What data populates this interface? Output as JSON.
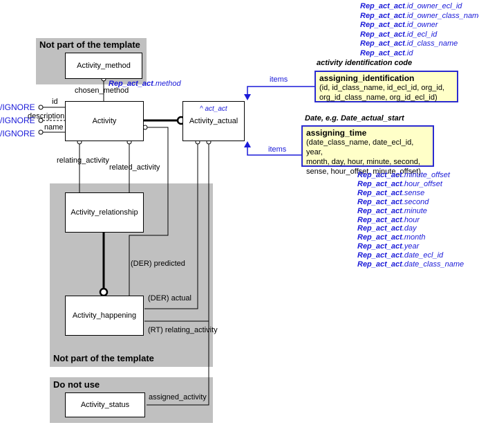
{
  "regions": {
    "top": "Not part of the template",
    "middle": "Not part of the template",
    "bottom": "Do not use"
  },
  "entities": {
    "activity_method": "Activity_method",
    "activity": "Activity",
    "activity_actual": "Activity_actual",
    "activity_relationship": "Activity_relationship",
    "activity_happening": "Activity_happening",
    "activity_status": "Activity_status"
  },
  "act_act_ref": "^ act_act",
  "method_ref": {
    "prefix": "Rep_act_act",
    "suffix": ".method"
  },
  "attributes": {
    "id": "id",
    "description": "description",
    "name": "name",
    "chosen_method": "chosen_method",
    "relating_activity": "relating_activity",
    "related_activity": "related_activity",
    "der_predicted": "(DER) predicted",
    "der_actual": "(DER) actual",
    "rt_relating_activity": "(RT) relating_activity",
    "assigned_activity": "assigned_activity",
    "items_1": "items",
    "items_2": "items"
  },
  "ignore_labels": [
    "/IGNORE",
    "/IGNORE",
    "/IGNORE"
  ],
  "id_heading": "activity identification code",
  "id_refs": [
    {
      "prefix": "Rep_act_act",
      "suffix": ".id_owner_ecl_id"
    },
    {
      "prefix": "Rep_act_act",
      "suffix": ".id_owner_class_name"
    },
    {
      "prefix": "Rep_act_act",
      "suffix": ".id_owner"
    },
    {
      "prefix": "Rep_act_act",
      "suffix": ".id_ecl_id"
    },
    {
      "prefix": "Rep_act_act",
      "suffix": ".id_class_name"
    },
    {
      "prefix": "Rep_act_act",
      "suffix": ".id"
    }
  ],
  "assigning_identification": {
    "title": "assigning_identification",
    "lines": [
      "(id, id_class_name, id_ecl_id, org_id,",
      "org_id_class_name, org_id_ecl_id)"
    ]
  },
  "time_heading": "Date, e.g. Date_actual_start",
  "assigning_time": {
    "title": "assigning_time",
    "lines": [
      "(date_class_name, date_ecl_id, year,",
      "month, day, hour, minute, second,",
      "sense, hour_offset, minute_offset)"
    ]
  },
  "time_refs": [
    {
      "prefix": "Rep_act_act",
      "suffix": ".minute_offset"
    },
    {
      "prefix": "Rep_act_act",
      "suffix": ".hour_offset"
    },
    {
      "prefix": "Rep_act_act",
      "suffix": ".sense"
    },
    {
      "prefix": "Rep_act_act",
      "suffix": ".second"
    },
    {
      "prefix": "Rep_act_act",
      "suffix": ".minute"
    },
    {
      "prefix": "Rep_act_act",
      "suffix": ".hour"
    },
    {
      "prefix": "Rep_act_act",
      "suffix": ".day"
    },
    {
      "prefix": "Rep_act_act",
      "suffix": ".month"
    },
    {
      "prefix": "Rep_act_act",
      "suffix": ".year"
    },
    {
      "prefix": "Rep_act_act",
      "suffix": ".date_ecl_id"
    },
    {
      "prefix": "Rep_act_act",
      "suffix": ".date_class_name"
    }
  ]
}
